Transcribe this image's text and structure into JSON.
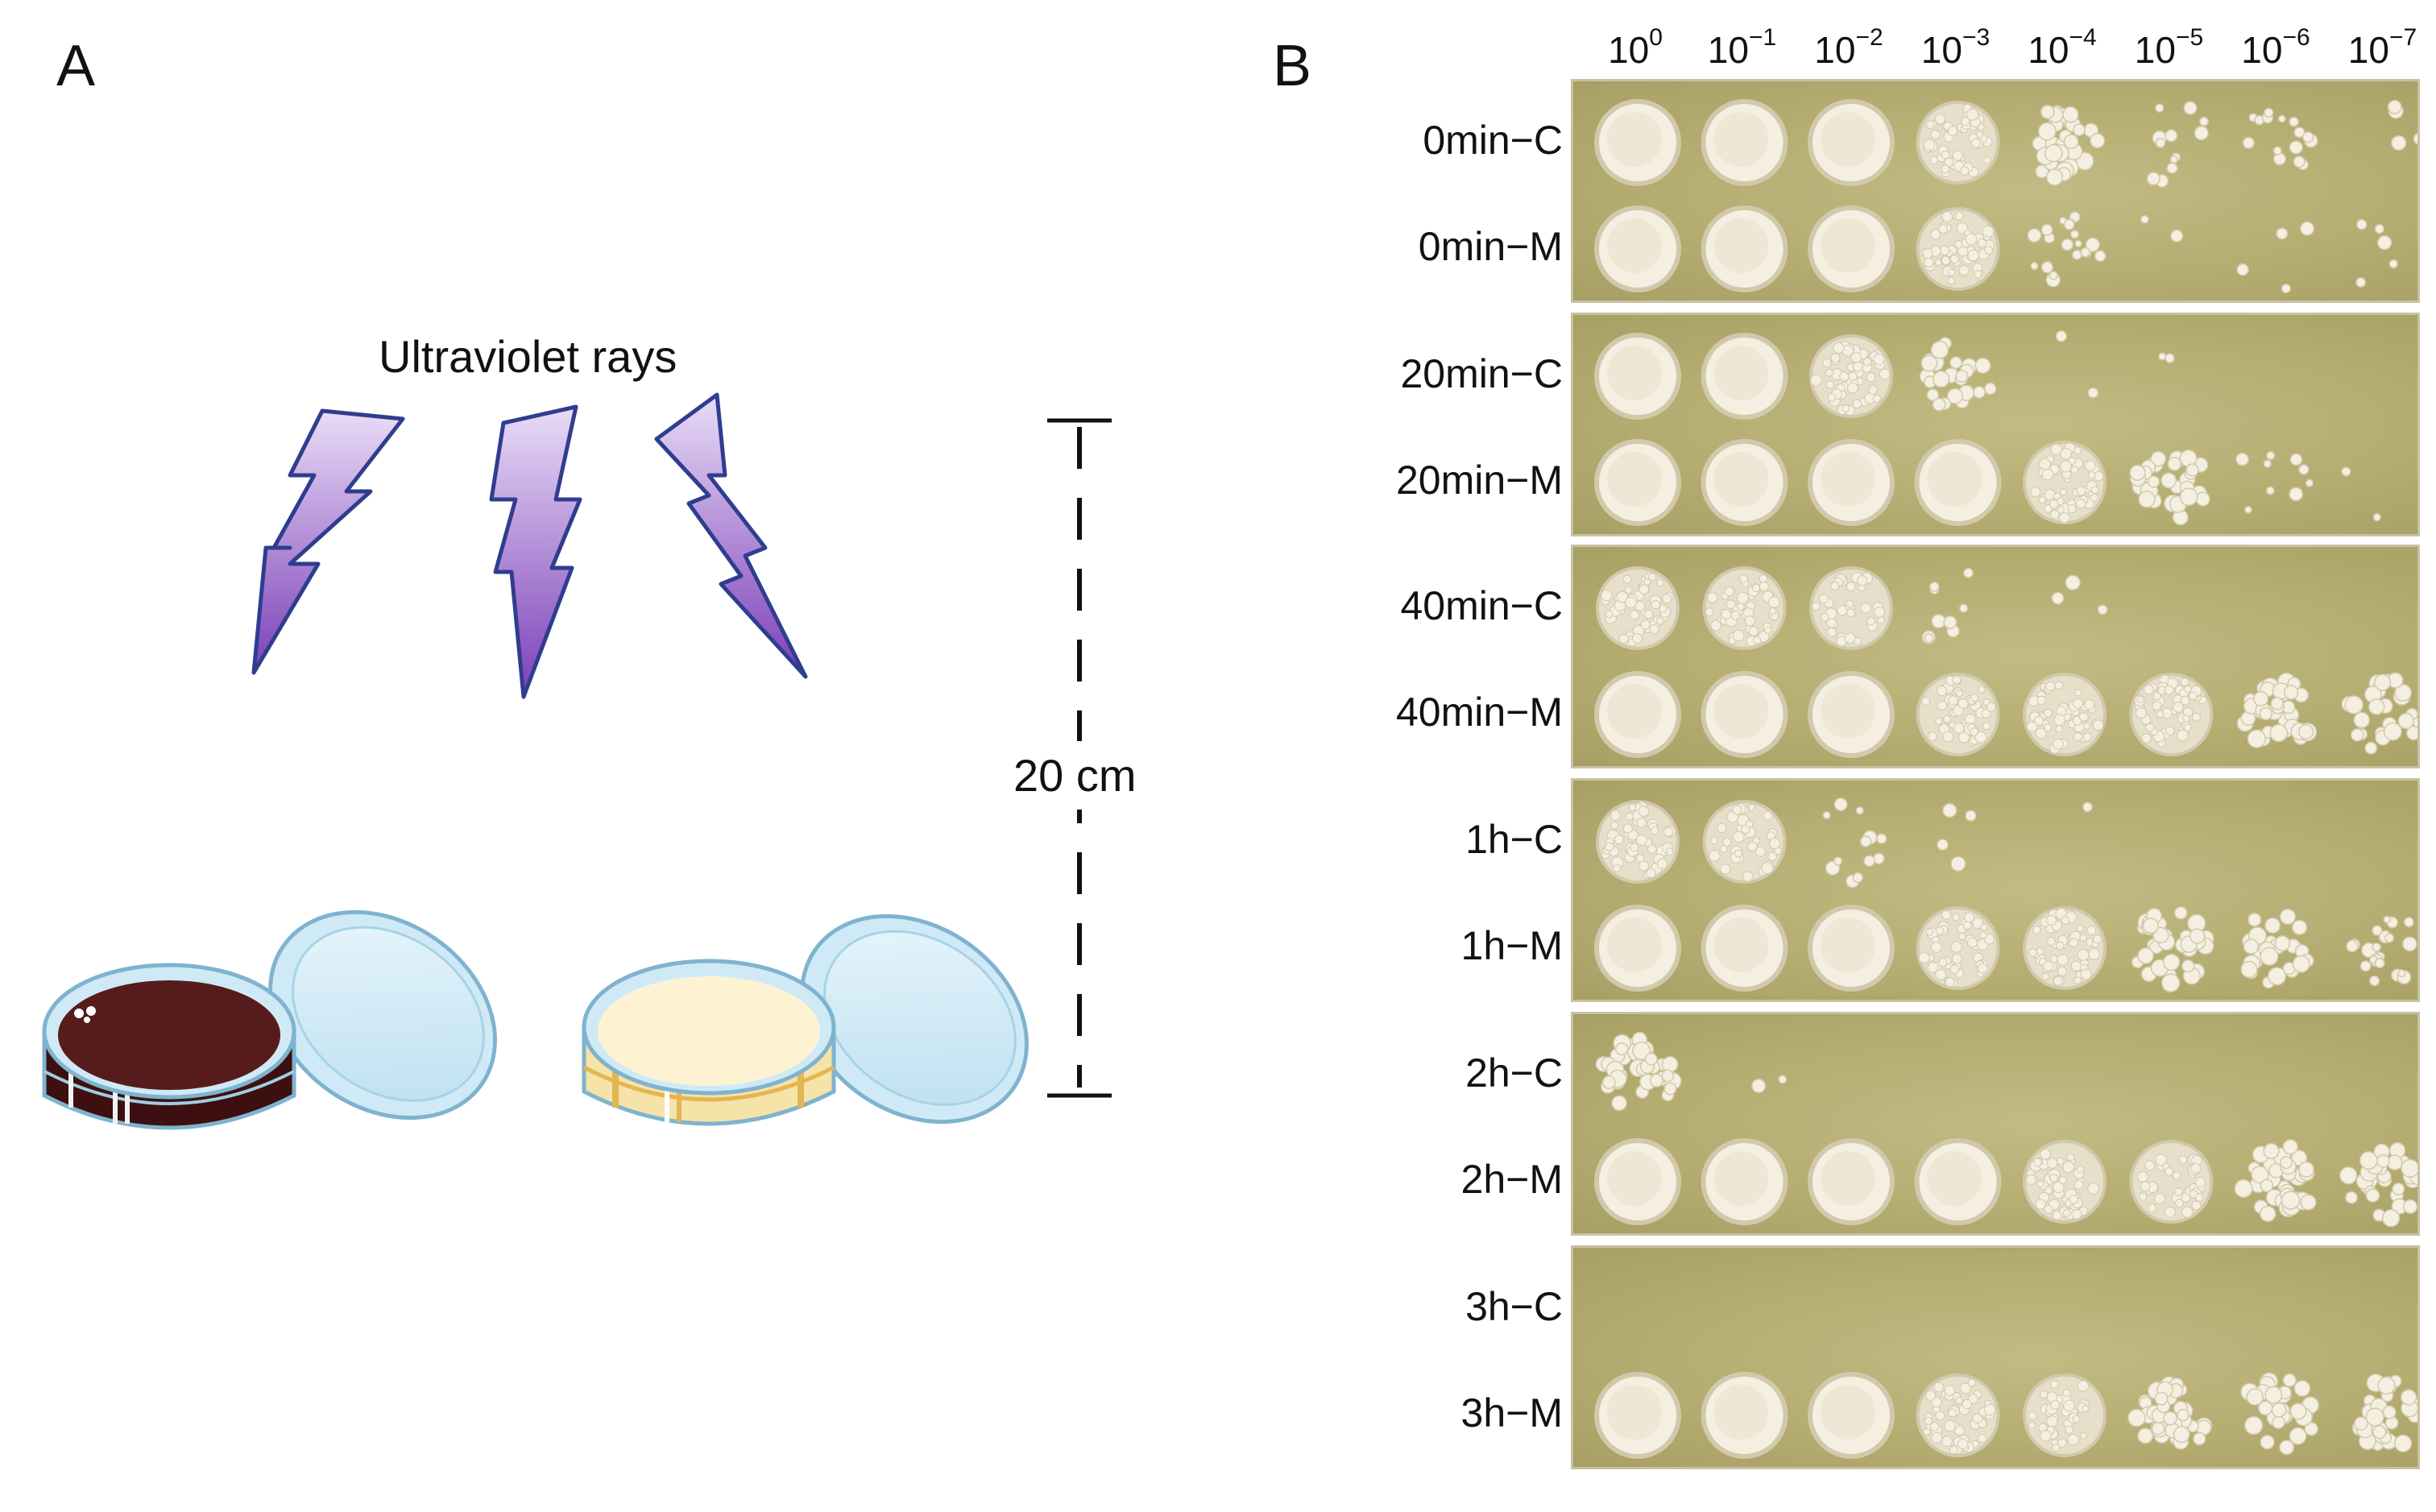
{
  "panel_a": {
    "letter": "A",
    "uv_label": "Ultraviolet rays",
    "distance_label": "20 cm",
    "colors": {
      "bolt_fill_light": "#e9dcf6",
      "bolt_fill_dark": "#7b3fb8",
      "bolt_stroke": "#2f3d8f",
      "dish_glass": "#cfeaf6",
      "dish_edge": "#7fb3cf",
      "blood_agar": "#561c1c",
      "nutrient_agar": "#fdf3d3",
      "nutrient_agar_edge": "#e2b651"
    }
  },
  "panel_b": {
    "letter": "B",
    "dilutions": [
      {
        "base": "10",
        "exp": "0"
      },
      {
        "base": "10",
        "exp": "−1"
      },
      {
        "base": "10",
        "exp": "−2"
      },
      {
        "base": "10",
        "exp": "−3"
      },
      {
        "base": "10",
        "exp": "−4"
      },
      {
        "base": "10",
        "exp": "−5"
      },
      {
        "base": "10",
        "exp": "−6"
      },
      {
        "base": "10",
        "exp": "−7"
      }
    ],
    "plates": [
      {
        "rows": [
          {
            "label": "0min−C",
            "growth": [
              3,
              3,
              3,
              2,
              1,
              0.4,
              0.5,
              0.12
            ]
          },
          {
            "label": "0min−M",
            "growth": [
              3,
              3,
              3,
              2,
              0.7,
              0.05,
              0.12,
              0.2
            ]
          }
        ]
      },
      {
        "rows": [
          {
            "label": "20min−C",
            "growth": [
              3,
              3,
              2,
              0.8,
              0.08,
              0.05,
              0,
              0
            ]
          },
          {
            "label": "20min−M",
            "growth": [
              3,
              3,
              3,
              3,
              2,
              1,
              0.3,
              0.05
            ]
          }
        ]
      },
      {
        "rows": [
          {
            "label": "40min−C",
            "growth": [
              2,
              2,
              1.5,
              0.3,
              0.1,
              0,
              0,
              0
            ]
          },
          {
            "label": "40min−M",
            "growth": [
              3,
              3,
              3,
              2,
              2,
              2,
              1.2,
              0.8
            ]
          }
        ]
      },
      {
        "rows": [
          {
            "label": "1h−C",
            "growth": [
              2,
              1.5,
              0.4,
              0.12,
              0.03,
              0,
              0,
              0
            ]
          },
          {
            "label": "1h−M",
            "growth": [
              3,
              3,
              3,
              2,
              2,
              1.2,
              1,
              0.7
            ]
          }
        ]
      },
      {
        "rows": [
          {
            "label": "2h−C",
            "growth": [
              1.2,
              0.08,
              0,
              0,
              0,
              0,
              0,
              0
            ]
          },
          {
            "label": "2h−M",
            "growth": [
              3,
              3,
              3,
              3,
              2,
              1.5,
              1.2,
              1
            ]
          }
        ]
      },
      {
        "rows": [
          {
            "label": "3h−C",
            "growth": [
              0,
              0,
              0,
              0,
              0,
              0,
              0,
              0
            ]
          },
          {
            "label": "3h−M",
            "growth": [
              3,
              3,
              3,
              2,
              1.5,
              1.2,
              1,
              0.9
            ]
          }
        ]
      }
    ],
    "colors": {
      "plate_agar": "#b5ad71",
      "plate_border": "#c8c2a4",
      "colony_light": "#f4efe1",
      "colony_edge": "#d2c9ac",
      "lawn_tint": "#e8d6c4"
    }
  }
}
